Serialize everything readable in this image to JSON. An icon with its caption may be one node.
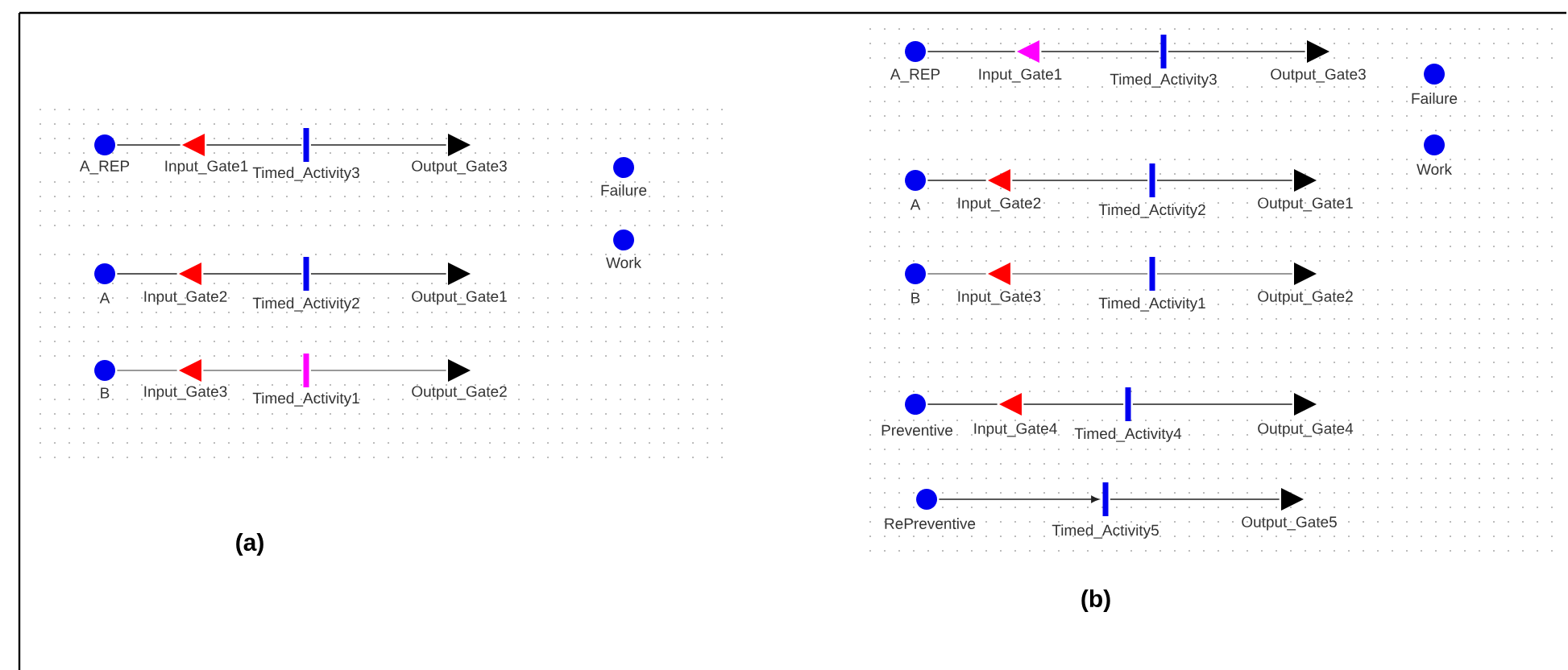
{
  "diagram": {
    "nodes": [
      {
        "text": [
          "A_REP"
        ]
      },
      {
        "text": [
          "Input_Gate1"
        ]
      },
      {
        "text": [
          "Timed_Activity3"
        ]
      },
      {
        "text": [
          "Output_Gate3"
        ]
      },
      {
        "text": [
          "Failure"
        ]
      },
      {
        "text": [
          "Work"
        ]
      },
      {
        "text": [
          "A"
        ]
      },
      {
        "text": [
          "Input_Gate2"
        ]
      },
      {
        "text": [
          "Timed_Activity2"
        ]
      },
      {
        "text": [
          "Output_Gate1"
        ]
      },
      {
        "text": [
          "B"
        ]
      },
      {
        "text": [
          "Input_Gate3"
        ]
      },
      {
        "text": [
          "Timed_Activity1"
        ]
      },
      {
        "text": [
          "Output_Gate2"
        ]
      },
      {
        "text": [
          "A_REP"
        ]
      },
      {
        "text": [
          "Input_Gate1"
        ]
      },
      {
        "text": [
          "Timed_Activity3"
        ]
      },
      {
        "text": [
          "Output_Gate3"
        ]
      },
      {
        "text": [
          "Failure"
        ]
      },
      {
        "text": [
          "Work"
        ]
      },
      {
        "text": [
          "A"
        ]
      },
      {
        "text": [
          "Input_Gate2"
        ]
      },
      {
        "text": [
          "Timed_Activity2"
        ]
      },
      {
        "text": [
          "Output_Gate1"
        ]
      },
      {
        "text": [
          "B"
        ]
      },
      {
        "text": [
          "Input_Gate3"
        ]
      },
      {
        "text": [
          "Timed_Activity1"
        ]
      },
      {
        "text": [
          "Output_Gate2"
        ]
      },
      {
        "text": [
          "Preventive"
        ]
      },
      {
        "text": [
          "Input_Gate4"
        ]
      },
      {
        "text": [
          "Timed_Activity4"
        ]
      },
      {
        "text": [
          "Output_Gate4"
        ]
      },
      {
        "text": [
          "RePreventive"
        ]
      },
      {
        "text": [
          "Timed_Activity5"
        ]
      },
      {
        "text": [
          "Output_Gate5"
        ]
      }
    ],
    "edges": [
      {
        "from": 0,
        "to": 1,
        "arrow": "none"
      },
      {
        "from": 1,
        "to": 2,
        "arrow": "none"
      },
      {
        "from": 2,
        "to": 3,
        "arrow": "none"
      },
      {
        "from": 6,
        "to": 7,
        "arrow": "none"
      },
      {
        "from": 7,
        "to": 8,
        "arrow": "none"
      },
      {
        "from": 8,
        "to": 9,
        "arrow": "none"
      },
      {
        "from": 10,
        "to": 11,
        "arrow": "none",
        "color": "#999999"
      },
      {
        "from": 11,
        "to": 12,
        "arrow": "none",
        "color": "#999999"
      },
      {
        "from": 12,
        "to": 13,
        "arrow": "none",
        "color": "#999999"
      },
      {
        "from": 14,
        "to": 15,
        "arrow": "none"
      },
      {
        "from": 15,
        "to": 16,
        "arrow": "none"
      },
      {
        "from": 16,
        "to": 17,
        "arrow": "none"
      },
      {
        "from": 20,
        "to": 21,
        "arrow": "none"
      },
      {
        "from": 21,
        "to": 22,
        "arrow": "none"
      },
      {
        "from": 22,
        "to": 23,
        "arrow": "none"
      },
      {
        "from": 24,
        "to": 25,
        "arrow": "none",
        "color": "#999999"
      },
      {
        "from": 25,
        "to": 26,
        "arrow": "none",
        "color": "#999999"
      },
      {
        "from": 26,
        "to": 27,
        "arrow": "none",
        "color": "#999999"
      },
      {
        "from": 28,
        "to": 29,
        "arrow": "none"
      },
      {
        "from": 29,
        "to": 30,
        "arrow": "none"
      },
      {
        "from": 30,
        "to": 31,
        "arrow": "none"
      },
      {
        "from": 32,
        "to": 33,
        "arrow": "to"
      },
      {
        "from": 33,
        "to": 34,
        "arrow": "none"
      }
    ],
    "labels": [
      "(a)",
      "(b)"
    ]
  }
}
